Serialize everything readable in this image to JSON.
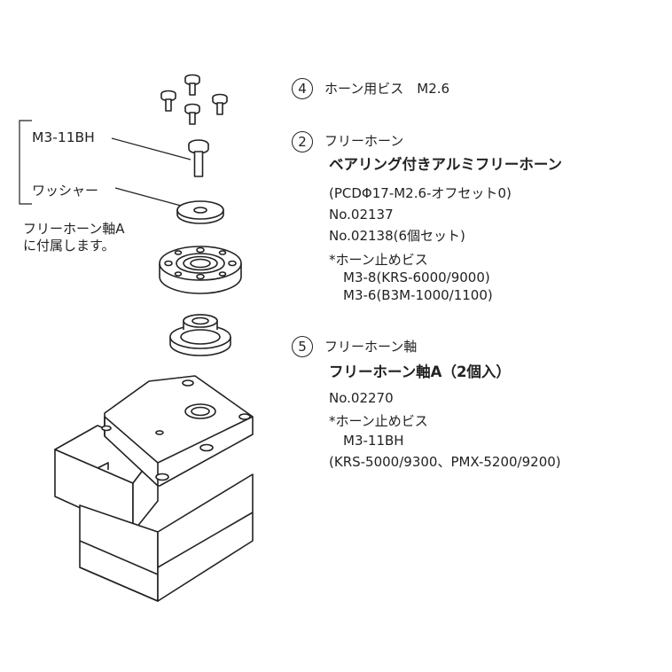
{
  "callouts": {
    "screw_label": "M3-11BH",
    "washer_label": "ワッシャー",
    "note_line1": "フリーホーン軸A",
    "note_line2": "に付属します。"
  },
  "items": [
    {
      "number": "4",
      "title": "ホーン用ビス　M2.6"
    },
    {
      "number": "2",
      "title": "フリーホーン",
      "product": "ベアリング付きアルミフリーホーン",
      "spec": "(PCDΦ17-M2.6-オフセット0)",
      "part_no_1": "No.02137",
      "part_no_2": "No.02138(6個セット)",
      "screw_heading": "*ホーン止めビス",
      "screw_1": "M3-8(KRS-6000/9000)",
      "screw_2": "M3-6(B3M-1000/1100)"
    },
    {
      "number": "5",
      "title": "フリーホーン軸",
      "product": "フリーホーン軸A（2個入）",
      "part_no_1": "No.02270",
      "screw_heading": "*ホーン止めビス",
      "screw_1": "M3-11BH",
      "screw_2": "(KRS-5000/9300、PMX-5200/9200)"
    }
  ]
}
